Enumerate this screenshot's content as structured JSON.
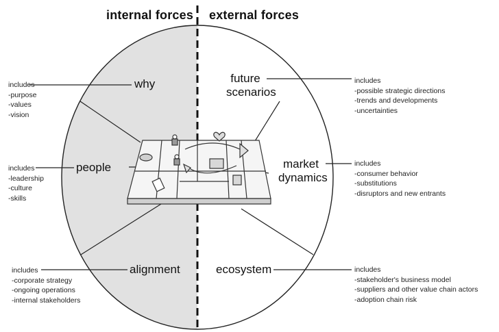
{
  "headers": {
    "internal": "internal forces",
    "external": "external forces"
  },
  "forces": {
    "why": "why",
    "people": "people",
    "alignment": "alignment",
    "future_scenarios": [
      "future",
      "scenarios"
    ],
    "market_dynamics": [
      "market",
      "dynamics"
    ],
    "ecosystem": "ecosystem"
  },
  "notes": {
    "why": {
      "heading": "includes",
      "items": [
        "purpose",
        "values",
        "vision"
      ]
    },
    "people": {
      "heading": "includes",
      "items": [
        "leadership",
        "culture",
        "skills"
      ]
    },
    "alignment": {
      "heading": "includes",
      "items": [
        "corporate strategy",
        "ongoing operations",
        "internal stakeholders"
      ]
    },
    "future_scenarios": {
      "heading": "includes",
      "items": [
        "possible strategic directions",
        "trends and developments",
        "uncertainties"
      ]
    },
    "market_dynamics": {
      "heading": "includes",
      "items": [
        "consumer behavior",
        "substitutions",
        "disruptors and new entrants"
      ]
    },
    "ecosystem": {
      "heading": "includes",
      "items": [
        "stakeholder's business model",
        "suppliers and other value chain actors",
        "adoption chain risk"
      ]
    }
  },
  "colors": {
    "internal_fill": "#e1e1e1",
    "outline": "#222222"
  }
}
